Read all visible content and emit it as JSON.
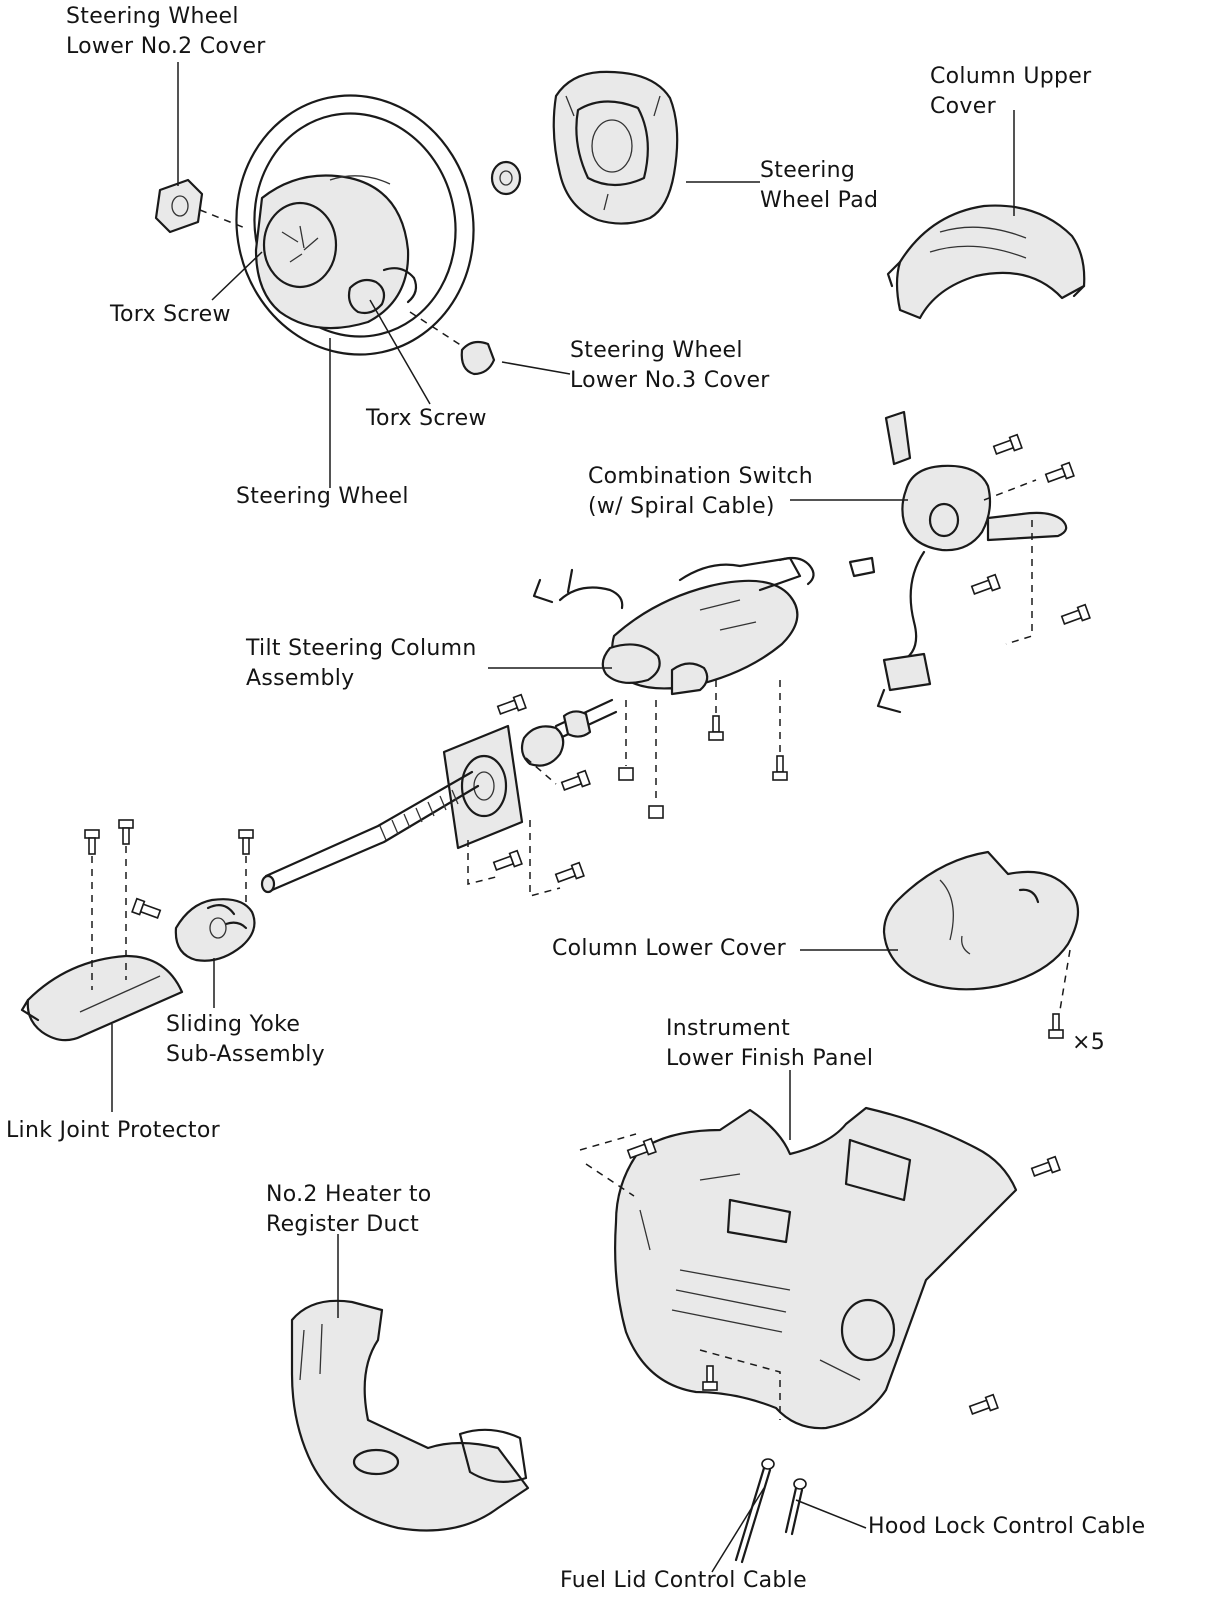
{
  "labels": {
    "steering_wheel_lower_no2_cover": [
      "Steering Wheel",
      "Lower No.2 Cover"
    ],
    "column_upper_cover": [
      "Column Upper",
      "Cover"
    ],
    "steering_wheel_pad": [
      "Steering",
      "Wheel Pad"
    ],
    "torx_screw_left": "Torx Screw",
    "steering_wheel_lower_no3_cover": [
      "Steering Wheel",
      "Lower No.3 Cover"
    ],
    "torx_screw_center": "Torx Screw",
    "steering_wheel": "Steering Wheel",
    "combination_switch": [
      "Combination Switch",
      "(w/  Spiral Cable)"
    ],
    "tilt_steering_column_assembly": [
      "Tilt Steering Column",
      "Assembly"
    ],
    "column_lower_cover": "Column Lower Cover",
    "quantity_x5": "×5",
    "sliding_yoke_sub_assembly": [
      "Sliding Yoke",
      "Sub-Assembly"
    ],
    "instrument_lower_finish_panel": [
      "Instrument",
      "Lower Finish Panel"
    ],
    "link_joint_protector": "Link Joint Protector",
    "no2_heater_to_register_duct": [
      "No.2 Heater to",
      "Register Duct"
    ],
    "hood_lock_control_cable": "Hood Lock Control Cable",
    "fuel_lid_control_cable": "Fuel Lid Control Cable"
  }
}
